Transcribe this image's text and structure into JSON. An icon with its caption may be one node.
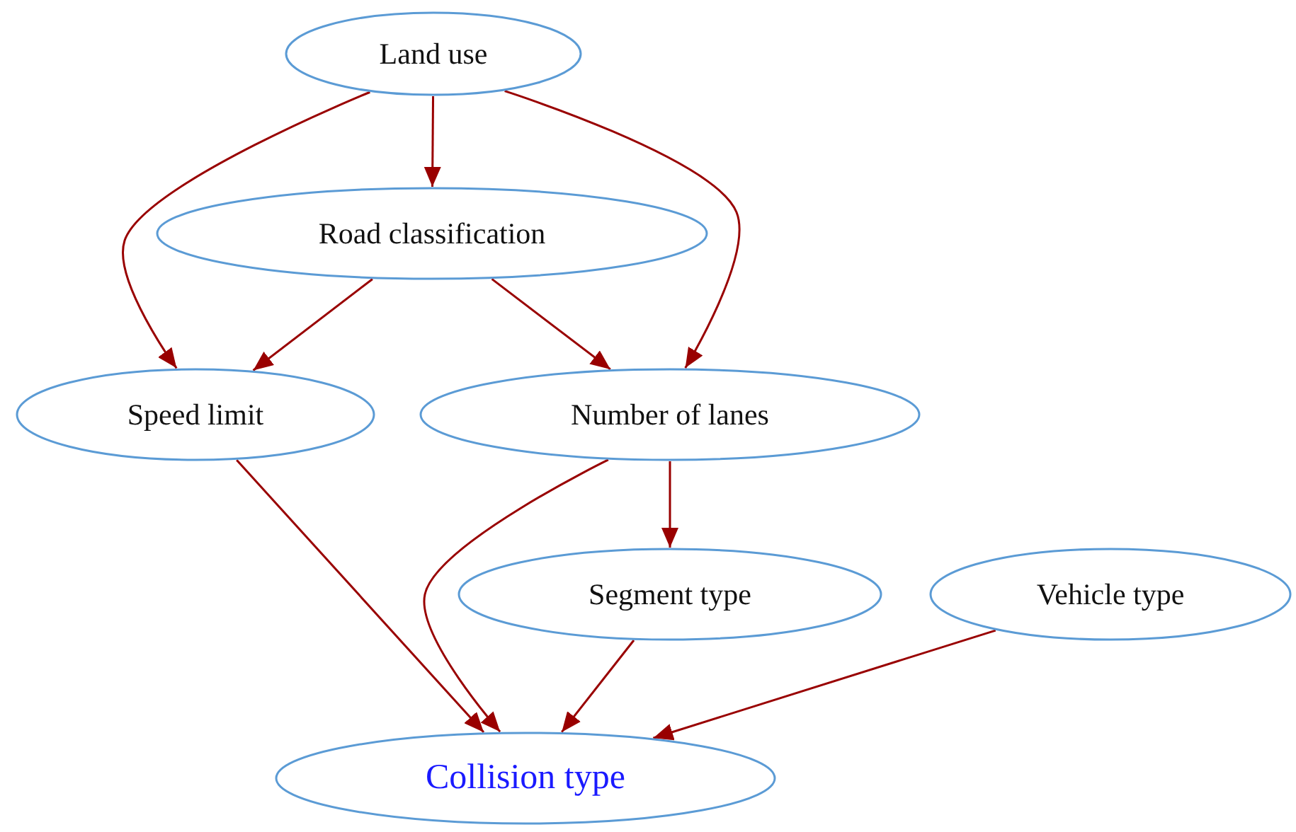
{
  "diagram": {
    "nodes": [
      {
        "text": [
          "Land use"
        ]
      },
      {
        "text": [
          "Road classification"
        ]
      },
      {
        "text": [
          "Speed limit"
        ]
      },
      {
        "text": [
          "Number of lanes"
        ]
      },
      {
        "text": [
          "Segment type"
        ]
      },
      {
        "text": [
          "Vehicle type"
        ]
      },
      {
        "text": [
          "Collision type"
        ]
      }
    ],
    "edges": [
      {
        "from": 0,
        "to": 1,
        "arrow": "to"
      },
      {
        "from": 0,
        "to": 2,
        "arrow": "to"
      },
      {
        "from": 0,
        "to": 3,
        "arrow": "to"
      },
      {
        "from": 1,
        "to": 2,
        "arrow": "to"
      },
      {
        "from": 1,
        "to": 3,
        "arrow": "to"
      },
      {
        "from": 2,
        "to": 6,
        "arrow": "to"
      },
      {
        "from": 3,
        "to": 4,
        "arrow": "to"
      },
      {
        "from": 3,
        "to": 6,
        "arrow": "to"
      },
      {
        "from": 4,
        "to": 6,
        "arrow": "to"
      },
      {
        "from": 5,
        "to": 6,
        "arrow": "to"
      }
    ]
  }
}
